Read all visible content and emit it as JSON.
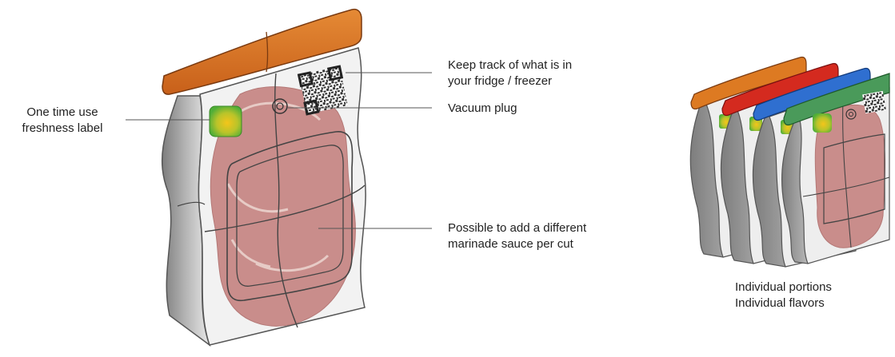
{
  "annotations": {
    "freshness": {
      "lines": [
        "One time use",
        "freshness label"
      ]
    },
    "track": {
      "lines": [
        "Keep track of what is in",
        "your fridge / freezer"
      ]
    },
    "plug": {
      "lines": [
        "Vacuum plug"
      ]
    },
    "marinade": {
      "lines": [
        "Possible to add a different",
        "marinade sauce per cut"
      ]
    },
    "portions": {
      "lines": [
        "Individual portions",
        "Individual flavors"
      ]
    }
  },
  "colors": {
    "cap_orange": "#d9731e",
    "cap_red": "#d42a1f",
    "cap_blue": "#2f6fd0",
    "cap_green": "#4a9a5a",
    "meat": "#c78a88",
    "fat": "#ecd9d3",
    "label_green": "#54b13a",
    "label_yellow": "#f2c21b",
    "bag_side": "#9a9a9a"
  }
}
